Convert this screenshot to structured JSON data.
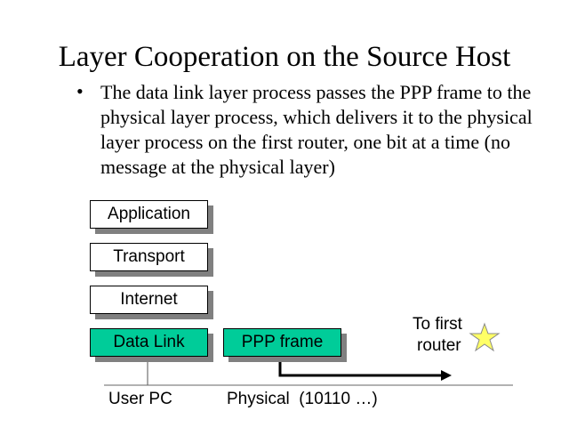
{
  "title": "Layer Cooperation on the Source Host",
  "bullet_text": "The data link layer process passes the PPP frame to the physical layer process, which delivers it to the physical layer process on the first router, one bit at a time (no message at the physical layer)",
  "layers": [
    "Application",
    "Transport",
    "Internet",
    "Data Link"
  ],
  "frame_label": "PPP frame",
  "destination_label_line1": "To first",
  "destination_label_line2": "router",
  "host_label": "User PC",
  "physical_label": "Physical  (10110 …)",
  "colors": {
    "layer_active": "#00cc99",
    "star": "#ffff66"
  }
}
